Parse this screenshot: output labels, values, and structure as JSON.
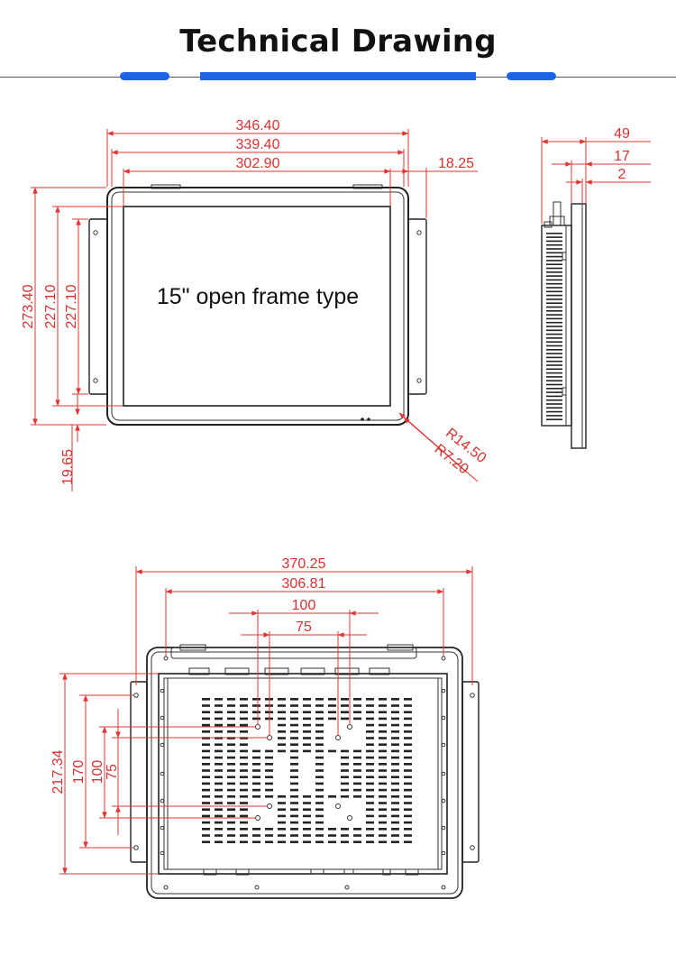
{
  "header": {
    "title": "Technical Drawing",
    "accent_color": "#1e64e6",
    "dimension_color": "#e03535"
  },
  "front_view": {
    "label": "15\" open frame type",
    "dims": {
      "width_overall": "346.40",
      "width_bezel": "339.40",
      "width_screen": "302.90",
      "bracket_offset": "18.25",
      "height_overall": "273.40",
      "height_a": "227.10",
      "height_b": "227.10",
      "bottom_offset": "19.65",
      "radius_outer": "R14.50",
      "radius_inner": "R7.20"
    }
  },
  "side_view": {
    "dims": {
      "depth_total": "49",
      "depth_frame": "17",
      "depth_glass": "2"
    }
  },
  "back_view": {
    "dims": {
      "width_overall": "370.25",
      "width_mount": "306.81",
      "vesa_100_w": "100",
      "vesa_75_w": "75",
      "height_overall": "217.34",
      "height_170": "170",
      "vesa_100_h": "100",
      "vesa_75_h": "75"
    }
  }
}
